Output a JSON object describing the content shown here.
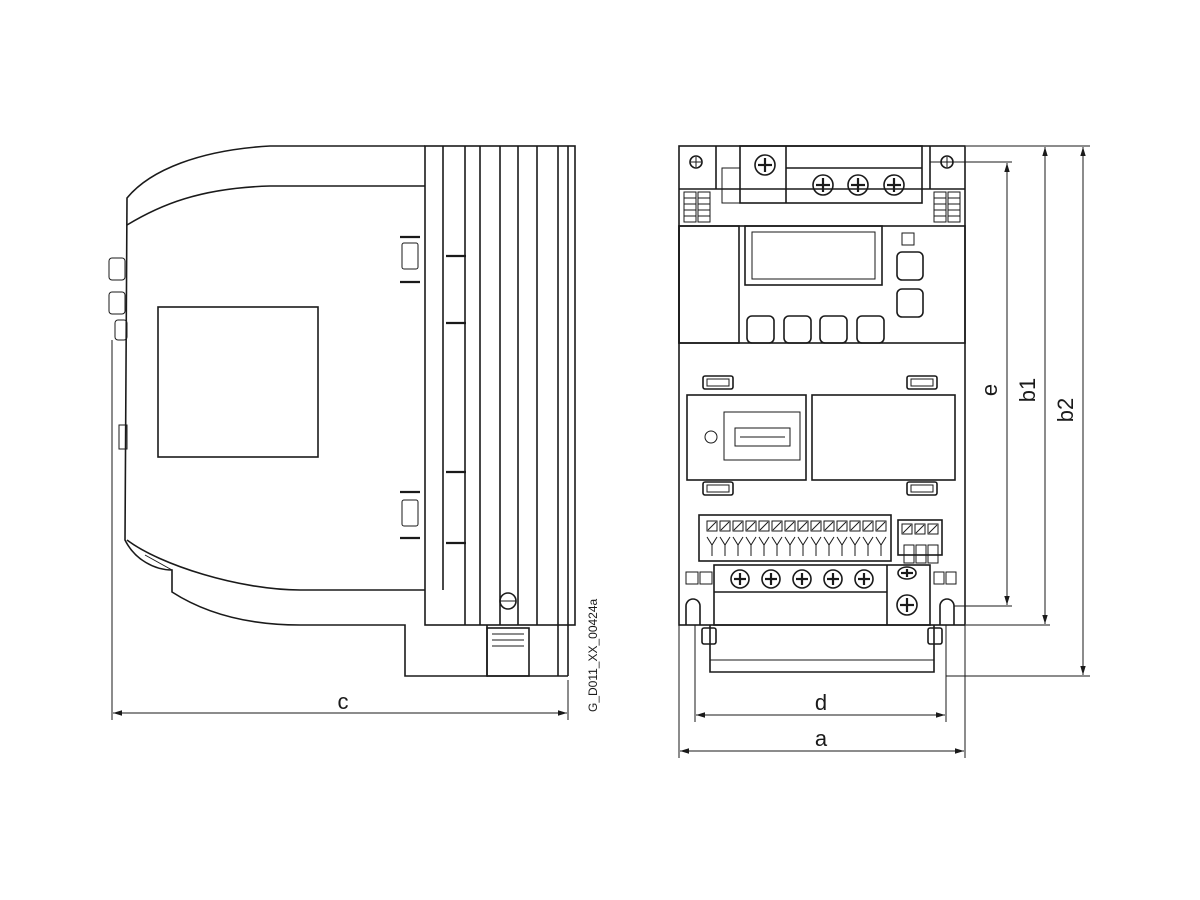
{
  "drawing": {
    "figure_code": "G_D011_XX_00424a",
    "dimension_labels": {
      "c": "c",
      "d": "d",
      "a": "a",
      "e": "e",
      "b1": "b1",
      "b2": "b2"
    }
  },
  "colors": {
    "line": "#1a1a1a",
    "background": "#ffffff"
  }
}
